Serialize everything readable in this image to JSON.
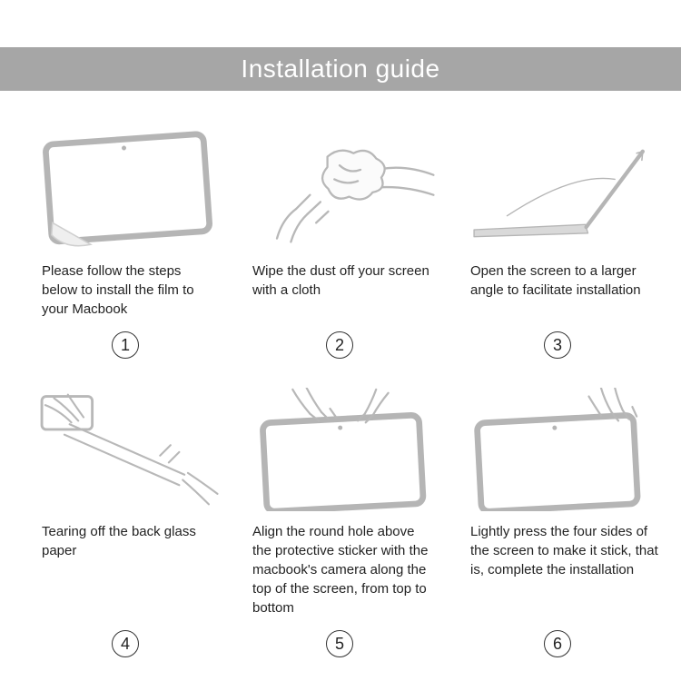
{
  "header": {
    "title": "Installation guide",
    "bar_color": "#a6a6a6",
    "text_color": "#ffffff"
  },
  "illustration_style": {
    "stroke_color": "#b5b5b5",
    "fill_color": "#ffffff"
  },
  "steps": [
    {
      "number": "1",
      "caption": "Please follow the steps below to install the film to your Macbook",
      "illustration": "tablet-peel-corner-icon"
    },
    {
      "number": "2",
      "caption": "Wipe the dust off your screen with a cloth",
      "illustration": "hands-wiping-cloth-icon"
    },
    {
      "number": "3",
      "caption": "Open the screen to a larger angle to facilitate installation",
      "illustration": "laptop-open-wide-icon"
    },
    {
      "number": "4",
      "caption": "Tearing off the back glass paper",
      "illustration": "hands-tearing-backing-icon"
    },
    {
      "number": "5",
      "caption": "Align the round hole above the protective sticker with the macbook's camera along the top of the screen, from top to bottom",
      "illustration": "hands-aligning-film-icon"
    },
    {
      "number": "6",
      "caption": "Lightly press the four sides of the screen to make it stick, that is, complete the installation",
      "illustration": "hand-pressing-sides-icon"
    }
  ]
}
